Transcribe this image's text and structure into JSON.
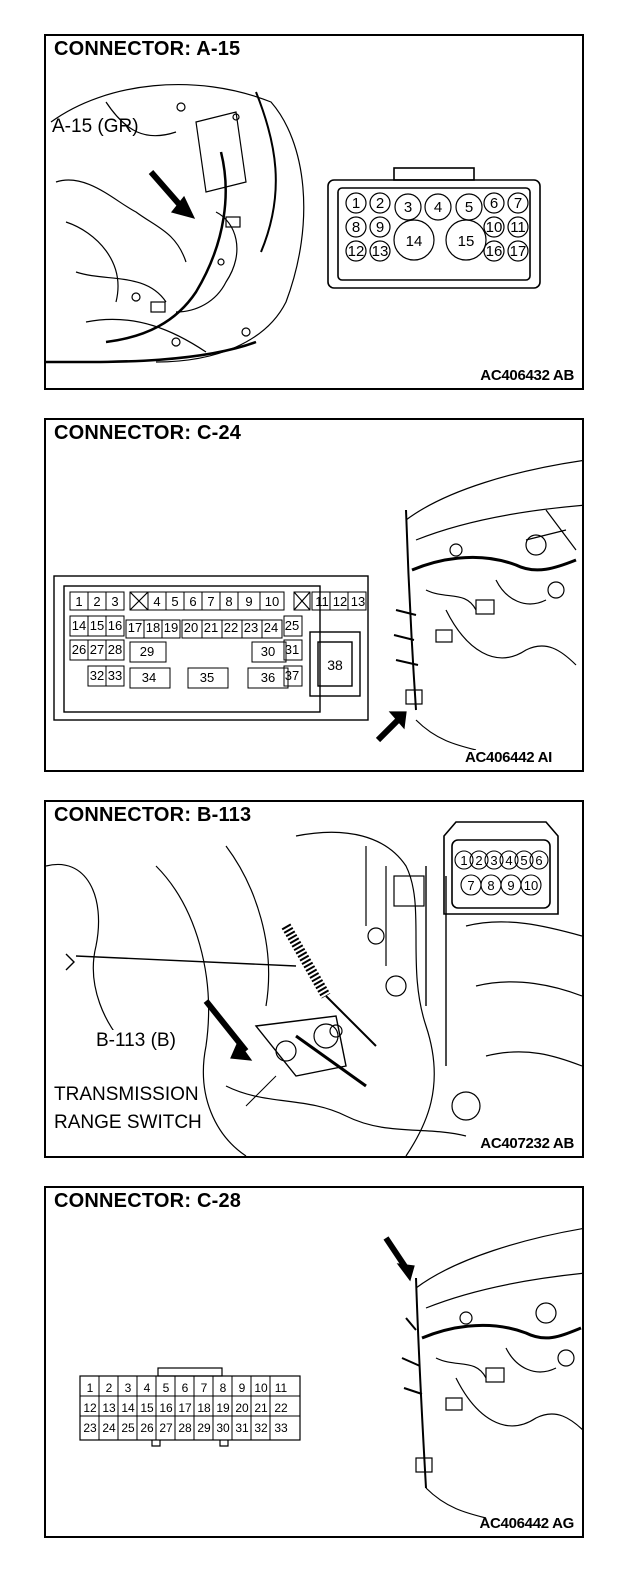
{
  "panels": [
    {
      "title": "CONNECTOR: A-15",
      "code": "AC406432 AB",
      "labels": [
        "A-15 (GR)"
      ],
      "pins": [
        "1",
        "2",
        "3",
        "4",
        "5",
        "6",
        "7",
        "8",
        "9",
        "14",
        "15",
        "10",
        "11",
        "12",
        "13",
        "16",
        "17"
      ]
    },
    {
      "title": "CONNECTOR: C-24",
      "code": "AC406442 AI",
      "pins_row1": [
        "1",
        "2",
        "3",
        "4",
        "5",
        "6",
        "7",
        "8",
        "9",
        "10",
        "11",
        "12",
        "13"
      ],
      "pins_row2": [
        "14",
        "15",
        "16",
        "17",
        "18",
        "19",
        "20",
        "21",
        "22",
        "23",
        "24",
        "25"
      ],
      "pins_row3": [
        "26",
        "27",
        "28",
        "29",
        "30",
        "31"
      ],
      "pins_row4": [
        "32",
        "33",
        "34",
        "35",
        "36",
        "37"
      ],
      "pin_big": "38"
    },
    {
      "title": "CONNECTOR: B-113",
      "code": "AC407232 AB",
      "labels": [
        "B-113 (B)",
        "TRANSMISSION",
        "RANGE SWITCH"
      ],
      "pins_row1": [
        "1",
        "2",
        "3",
        "4",
        "5",
        "6"
      ],
      "pins_row2": [
        "7",
        "8",
        "9",
        "10"
      ]
    },
    {
      "title": "CONNECTOR: C-28",
      "code": "AC406442 AG",
      "pins_row1": [
        "1",
        "2",
        "3",
        "4",
        "5",
        "6",
        "7",
        "8",
        "9",
        "10",
        "11"
      ],
      "pins_row2": [
        "12",
        "13",
        "14",
        "15",
        "16",
        "17",
        "18",
        "19",
        "20",
        "21",
        "22"
      ],
      "pins_row3": [
        "23",
        "24",
        "25",
        "26",
        "27",
        "28",
        "29",
        "30",
        "31",
        "32",
        "33"
      ]
    }
  ]
}
